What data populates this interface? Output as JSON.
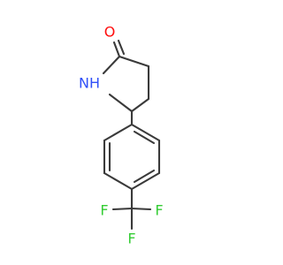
{
  "molecule": {
    "atoms": {
      "oxygen": {
        "symbol": "O",
        "color": "#ff0d0d"
      },
      "nitrogen": {
        "symbol": "NH",
        "color": "#3050f8"
      },
      "fluorine_1": {
        "symbol": "F",
        "color": "#33cc33"
      },
      "fluorine_2": {
        "symbol": "F",
        "color": "#33cc33"
      },
      "fluorine_3": {
        "symbol": "F",
        "color": "#33cc33"
      }
    },
    "bond_color": "#3a3a3a"
  }
}
